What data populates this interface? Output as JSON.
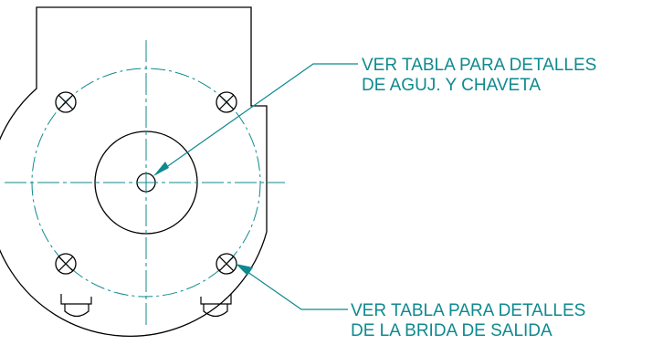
{
  "annotations": {
    "top": {
      "line1": "VER TABLA PARA DETALLES",
      "line2": "DE AGUJ. Y CHAVETA"
    },
    "bottom": {
      "line1": "VER TABLA PARA DETALLES",
      "line2": "DE LA BRIDA DE SALIDA"
    }
  },
  "colors": {
    "outline": "#000000",
    "annotation": "#0e8a8f"
  }
}
